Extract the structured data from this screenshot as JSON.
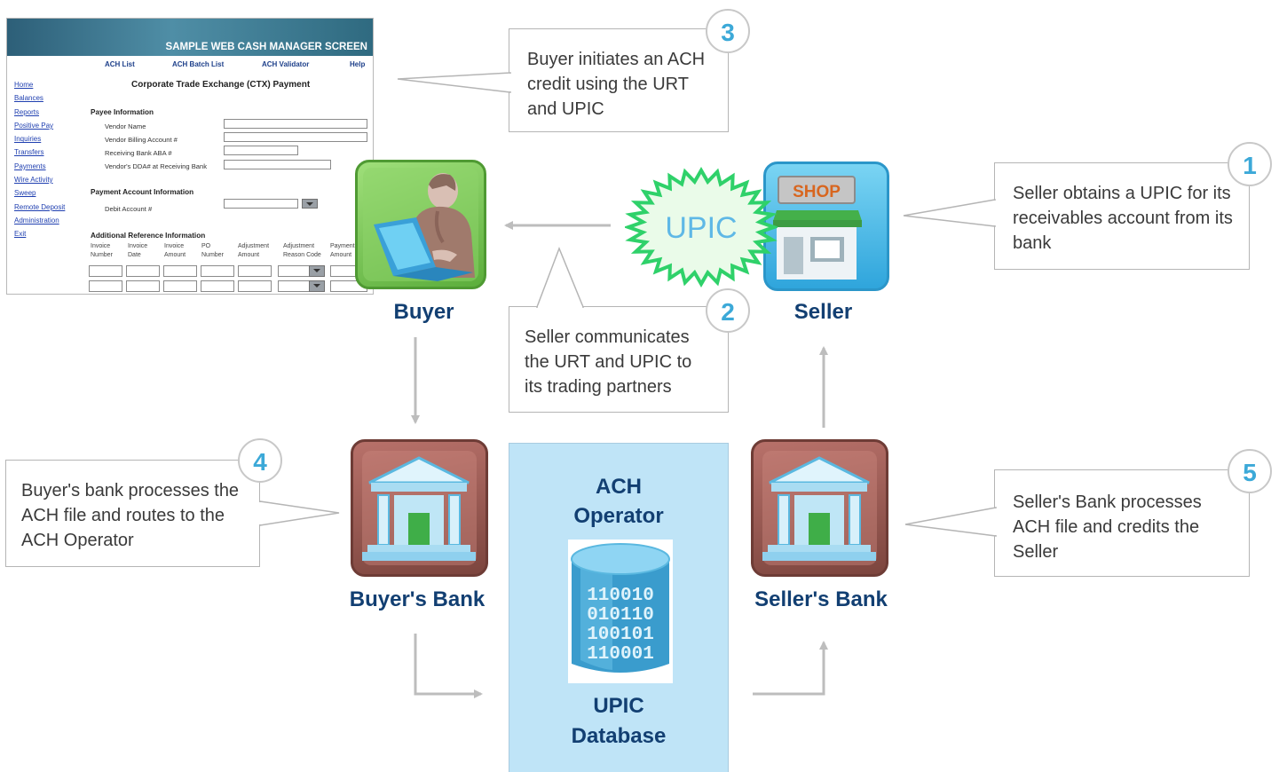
{
  "screen": {
    "header": "SAMPLE WEB CASH MANAGER SCREEN",
    "nav": [
      "ACH List",
      "ACH Batch List",
      "ACH Validator",
      "Help"
    ],
    "sidebar": [
      "Home",
      "Balances",
      "Reports",
      "Positive Pay",
      "Inquiries",
      "Transfers",
      "Payments",
      "Wire Activity",
      "Sweep",
      "Remote Deposit",
      "Administration",
      "Exit"
    ],
    "title": "Corporate Trade Exchange (CTX) Payment",
    "payee_section": "Payee Information",
    "payee_fields": [
      "Vendor Name",
      "Vendor Billing Account #",
      "Receiving Bank ABA #",
      "Vendor's DDA# at Receiving Bank"
    ],
    "payment_section": "Payment Account Information",
    "debit_field": "Debit Account #",
    "reference_section": "Additional Reference Information",
    "columns": [
      [
        "Invoice",
        "Number"
      ],
      [
        "Invoice",
        "Date"
      ],
      [
        "Invoice",
        "Amount"
      ],
      [
        "PO",
        "Number"
      ],
      [
        "Adjustment",
        "Amount"
      ],
      [
        "Adjustment",
        "Reason Code"
      ],
      [
        "Payment",
        "Amount"
      ]
    ]
  },
  "callouts": {
    "c1": {
      "number": "1",
      "text": "Seller obtains a UPIC for its receivables account from its bank"
    },
    "c2": {
      "number": "2",
      "text": "Seller communicates the URT and UPIC to its trading partners"
    },
    "c3": {
      "number": "3",
      "text": "Buyer initiates an ACH credit using the URT and UPIC"
    },
    "c4": {
      "number": "4",
      "text": "Buyer's bank processes the ACH file and routes to the ACH Operator"
    },
    "c5": {
      "number": "5",
      "text": "Seller's Bank processes ACH file and credits the Seller"
    }
  },
  "nodes": {
    "buyer": "Buyer",
    "seller": "Seller",
    "buyers_bank": "Buyer's Bank",
    "sellers_bank": "Seller's Bank",
    "upic_badge": "UPIC",
    "shop_sign": "SHOP"
  },
  "database": {
    "title_line1": "ACH",
    "title_line2": "Operator",
    "bits": [
      "110010",
      "010110",
      "100101",
      "110001"
    ],
    "label_line1": "UPIC",
    "label_line2": "Database"
  },
  "colors": {
    "label_navy": "#123f72",
    "number_blue": "#3ca9d8",
    "upic_green": "#2fd16a",
    "buyer_green": "#6fbf4a",
    "bank_brown": "#8a5148",
    "panel_blue": "#bfe4f7"
  }
}
